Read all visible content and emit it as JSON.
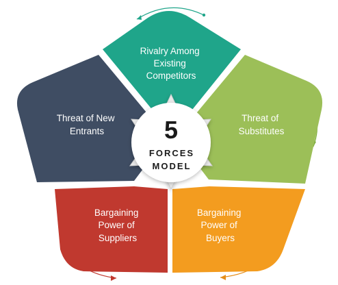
{
  "center": {
    "number": "5",
    "line1": "FORCES",
    "line2": "MODEL"
  },
  "forces": [
    {
      "lines": [
        "Rivalry Among",
        "Existing",
        "Competitors"
      ],
      "color": "#1fa58a",
      "arrow": "#1fa58a"
    },
    {
      "lines": [
        "Threat of",
        "Substitutes"
      ],
      "color": "#9cbf58",
      "arrow": "#7fae3f"
    },
    {
      "lines": [
        "Bargaining",
        "Power of",
        "Buyers"
      ],
      "color": "#f39c1f",
      "arrow": "#e58e1a"
    },
    {
      "lines": [
        "Bargaining",
        "Power of",
        "Suppliers"
      ],
      "color": "#c0392f",
      "arrow": "#c0392f"
    },
    {
      "lines": [
        "Threat of New",
        "Entrants"
      ],
      "color": "#3f4d63",
      "arrow": "#3f4d63"
    }
  ]
}
